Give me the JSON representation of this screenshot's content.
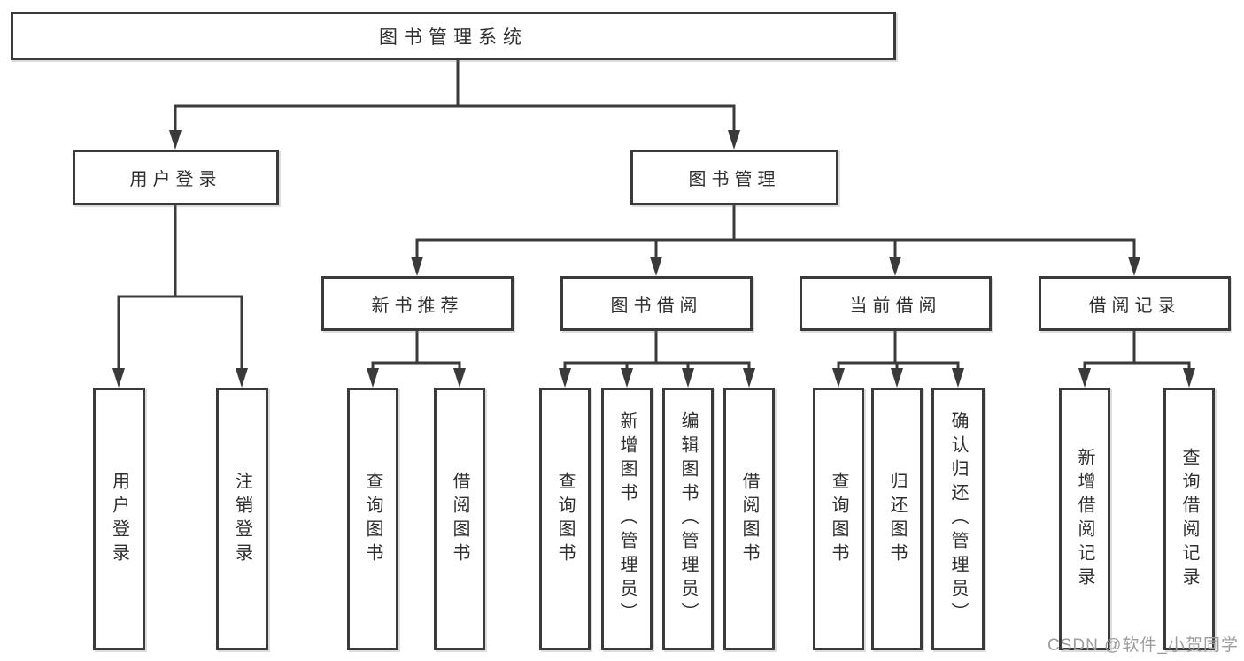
{
  "colors": {
    "line": "#3a3a3a",
    "box_border": "#3a3a3a",
    "text": "#2f2f2f",
    "watermark": "#9c9c9c",
    "background": "#ffffff"
  },
  "watermark": {
    "text": "CSDN @软件_小贺同学"
  },
  "diagram": {
    "type": "tree",
    "root": {
      "label": "图书管理系统"
    },
    "level2": [
      {
        "label": "用户登录"
      },
      {
        "label": "图书管理"
      }
    ],
    "level3": [
      {
        "label": "新书推荐"
      },
      {
        "label": "图书借阅"
      },
      {
        "label": "当前借阅"
      },
      {
        "label": "借阅记录"
      }
    ],
    "leaves": {
      "user_login": [
        {
          "label": "用户登录"
        },
        {
          "label": "注销登录"
        }
      ],
      "new_book": [
        {
          "label": "查询图书"
        },
        {
          "label": "借阅图书"
        }
      ],
      "book_borrow": [
        {
          "label": "查询图书"
        },
        {
          "label": "新增图书（管理员）"
        },
        {
          "label": "编辑图书（管理员）"
        },
        {
          "label": "借阅图书"
        }
      ],
      "current_borrow": [
        {
          "label": "查询图书"
        },
        {
          "label": "归还图书"
        },
        {
          "label": "确认归还（管理员）"
        }
      ],
      "borrow_records": [
        {
          "label": "新增借阅记录"
        },
        {
          "label": "查询借阅记录"
        }
      ]
    }
  }
}
